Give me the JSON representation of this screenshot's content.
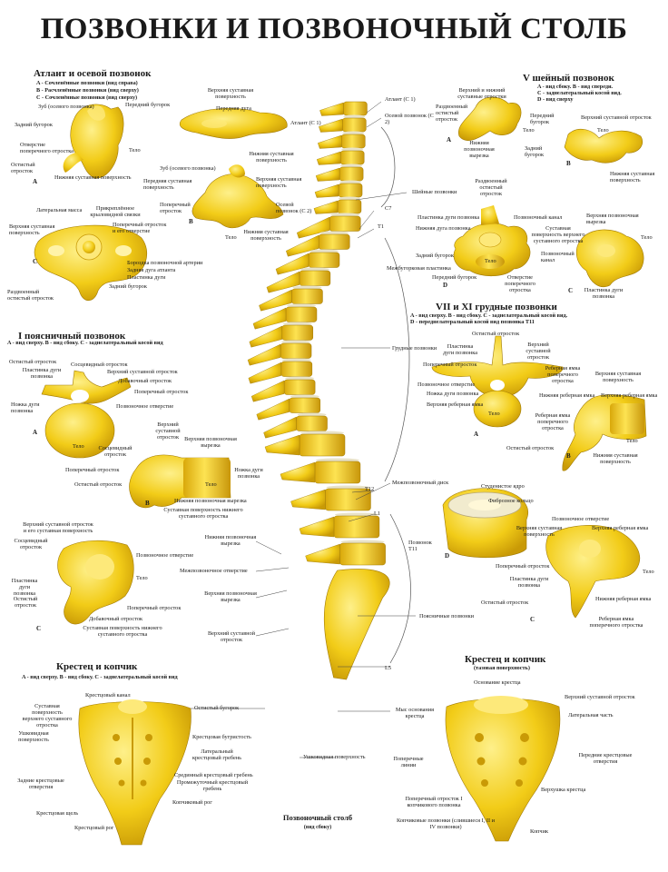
{
  "title": "ПОЗВОНКИ И ПОЗВОНОЧНЫЙ СТОЛБ",
  "colors": {
    "bone": "#f2cc18",
    "bone_dark": "#c99a06",
    "bone_light": "#fde97a",
    "disc": "#e8e2c8",
    "line": "#333333"
  },
  "atlas": {
    "heading": "Атлант и осевой позвонок",
    "sub": [
      "A - Сочленённые позвонки (вид справа)",
      "B - Расчленённые позвонки (вид сверху)",
      "C - Сочленённые позвонки (вид сверху)"
    ],
    "labels": {
      "a1": "Зуб (осевого позвонка)",
      "a2": "Передний бугорок",
      "a3": "Задний бугорок",
      "a4": "Отверстие поперечного отростка",
      "a5": "Тело",
      "a6": "Остистый отросток",
      "a7": "Нижняя суставная поверхность",
      "b1": "Верхняя суставная поверхность",
      "b2": "Передняя дуга",
      "b3": "Атлант (С 1)",
      "b4": "Нижняя суставная поверхность",
      "b5": "Зуб (осевого позвонка)",
      "b6": "Передняя суставная поверхность",
      "b7": "Верхняя суставная поверхность",
      "b8": "Поперечный отросток",
      "b9": "Осевой позвонок (С 2)",
      "b10": "Тело",
      "b11": "Нижняя суставная поверхность",
      "c1": "Латеральная масса",
      "c2": "Верхняя суставная поверхность",
      "c3": "Прикреплённое крыловидной связки",
      "c4": "Поперечный отросток и его отверстие",
      "c5": "Бороздка позвоночной артерии",
      "c6": "Задняя дуга атланта",
      "c7": "Пластинка дуги",
      "c8": "Раздвоенный остистый отросток",
      "c9": "Задний бугорок"
    }
  },
  "cervical": {
    "heading": "V шейный позвонок",
    "sub": [
      "A - вид сбоку. B - вид спереди.",
      "C - заднелатеральный косой вид.",
      "D - вид сверху"
    ],
    "labels": {
      "a1": "Верхний и нижний суставные отростки",
      "a2": "Раздвоенный остистый отросток",
      "a3": "Передний бугорок",
      "a4": "Нижняя позвоночная вырезка",
      "a5": "Тело",
      "a6": "Задний бугорок",
      "b1": "Верхний суставной отросток",
      "b2": "Тело",
      "b3": "Нижняя суставная поверхность",
      "d1": "Раздвоенный остистый отросток",
      "d2": "Пластинка дуги позвонка",
      "d3": "Позвоночный канал",
      "d4": "Нижняя дуга позвонка",
      "d5": "Суставная поверхность верхнего суставного отростка",
      "d6": "Задний бугорок",
      "d7": "Межбугорковая пластинка",
      "d8": "Передний бугорок",
      "d9": "Отверстие поперечного отростка",
      "d10": "Тело",
      "c1": "Верхняя позвоночная вырезка",
      "c2": "Тело",
      "c3": "Позвоночный канал",
      "c4": "Пластинка дуги позвонка"
    }
  },
  "thoracic": {
    "heading": "VII и XI грудные позвонки",
    "sub": [
      "A - вид сверху. B - вид сбоку. C - заднелатеральный косой вид.",
      "D - переднелатеральный косой вид позвонка T11"
    ],
    "labels": {
      "a1": "Остистый отросток",
      "a2": "Пластинка дуги позвонка",
      "a3": "Верхний суставной отросток",
      "a4": "Поперечный отросток",
      "a5": "Позвоночное отверстие",
      "a6": "Ножка дуги позвонка",
      "a7": "Верхняя реберная ямка",
      "a8": "Тело",
      "a9": "Реберная ямка поперечного отростка",
      "b1": "Верхняя суставная поверхность",
      "b2": "Верхняя реберная ямка",
      "b3": "Нижняя реберная ямка",
      "b4": "Реберная ямка поперечного отростка",
      "b5": "Тело",
      "b6": "Остистый отросток",
      "b7": "Нижняя суставная поверхность",
      "d1": "Межпозвоночный диск",
      "d2": "Студенистое ядро",
      "d3": "Фиброзное кольцо",
      "d4": "Позвонок T11",
      "c1": "Позвоночное отверстие",
      "c2": "Верхняя суставная поверхность",
      "c3": "Верхняя реберная ямка",
      "c4": "Поперечный отросток",
      "c5": "Пластинка дуги позвонка",
      "c6": "Нижняя реберная ямка",
      "c7": "Остистый отросток",
      "c8": "Реберная ямка поперечного отростка",
      "c9": "Тело"
    }
  },
  "lumbar": {
    "heading": "I поясничный позвонок",
    "sub": [
      "A - вид сверху. B - вид сбоку. C - заднелатеральный косой вид"
    ],
    "labels": {
      "a1": "Остистый отросток",
      "a2": "Пластинка дуги позвонка",
      "a3": "Сосцевидный отросток",
      "a4": "Верхний суставной отросток",
      "a5": "Добавочный отросток",
      "a6": "Поперечный отросток",
      "a7": "Ножка дуги позвонка",
      "a8": "Позвоночное отверстие",
      "a9": "Тело",
      "b1": "Верхний суставной отросток",
      "b2": "Верхняя позвоночная вырезка",
      "b3": "Сосцевидный отросток",
      "b4": "Поперечный отросток",
      "b5": "Ножка дуги позвонка",
      "b6": "Остистый отросток",
      "b7": "Тело",
      "b8": "Нижняя позвоночная вырезка",
      "b9": "Суставная поверхность нижнего суставного отростка",
      "c1": "Верхний суставной отросток и его суставная поверхность",
      "c2": "Сосцевидный отросток",
      "c3": "Позвоночное отверстие",
      "c4": "Тело",
      "c5": "Пластинка дуги позвонка",
      "c6": "Остистый отросток",
      "c7": "Поперечный отросток",
      "c8": "Добавочный отросток",
      "c9": "Суставная поверхность нижнего суставного отростка"
    }
  },
  "sacrum_left": {
    "heading": "Крестец и копчик",
    "sub": [
      "A - вид сверху. B - вид сбоку. C - заднелатеральный косой вид"
    ],
    "labels": {
      "l1": "Крестцовый канал",
      "l2": "Суставная поверхность верхнего суставного отростка",
      "l3": "Ушковидная поверхность",
      "l4": "Задние крестцовые отверстия",
      "l5": "Крестцовая щель",
      "l6": "Крестцовый рог",
      "l7": "Остистый бугорок",
      "l8": "Крестцовая бугристость",
      "l9": "Латеральный крестцовый гребень",
      "l10": "Срединный крестцовый гребень",
      "l11": "Промежуточный крестцовый гребень",
      "l12": "Копчиковый рог"
    }
  },
  "sacrum_right": {
    "heading": "Крестец и копчик",
    "sub": [
      "(тазовая поверхность)"
    ],
    "labels": {
      "r1": "Основание крестца",
      "r2": "Верхний суставной отросток",
      "r3": "Латеральная часть",
      "r4": "Поперечные линии",
      "r5": "Передние крестцовые отверстия",
      "r6": "Поперечный отросток I копчикового позвонка",
      "r7": "Верхушка крестца",
      "r8": "Копчиковые позвонки (слившиеся I, II и IV позвонки)",
      "r9": "Копчик"
    }
  },
  "column": {
    "labels": {
      "k1": "Атлант (С 1)",
      "k2": "Осевой позвонок (С 2)",
      "k3": "C7",
      "k4": "T1",
      "k5": "Шейные позвонки",
      "k6": "Грудные позвонки",
      "k7": "T12",
      "k8": "L1",
      "k9": "Поясничные позвонки",
      "k10": "L5",
      "k11": "Мыс основания крестца",
      "k12": "Ушковидная поверхность",
      "k13": "Межпозвоночный диск",
      "k14": "Нижняя позвоночная вырезка",
      "k15": "Межпозвоночное отверстие",
      "k16": "Верхняя позвоночная вырезка",
      "k17": "Верхний суставной отросток"
    },
    "caption": [
      "Позвоночный столб",
      "(вид сбоку)"
    ]
  },
  "letters": {
    "A": "A",
    "B": "B",
    "C": "C",
    "D": "D"
  }
}
